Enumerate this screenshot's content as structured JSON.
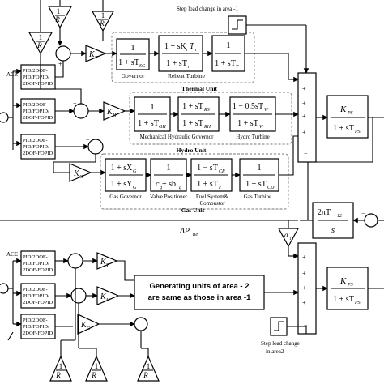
{
  "gains": {
    "R_inv": "1",
    "R_den": "R",
    "R1_den": "R",
    "Rth_den": "R",
    "Rh_den": "R",
    "Rg_den": "R",
    "KT": "K",
    "KT_sub": "T",
    "KH": "K",
    "KH_sub": "H",
    "KG": "K",
    "KG_sub": "G",
    "a12": "a",
    "a12_sub": "12"
  },
  "ace": {
    "ace1_label": "ACE",
    "ace1_sub": "1",
    "ace2_label": "ACE",
    "ace2_sub": "2",
    "controller_line1": "PID/2DOF-",
    "controller_line2": "PID/FOPID/",
    "controller_line3": "2DOF-FOPID"
  },
  "thermal": {
    "governor_num": "1",
    "governor_den": "1 + sT",
    "governor_den_sub": "SG",
    "governor_label": "Governor",
    "reheat_num": "1 + sK",
    "reheat_num_sub1": "r",
    "reheat_num_T": "T",
    "reheat_num_sub2": "r",
    "reheat_den": "1 + sT",
    "reheat_den_sub": "r",
    "reheat_label": "Reheat Turbine",
    "turbine_num": "1",
    "turbine_den": "1 + sT",
    "turbine_den_sub": "T",
    "unit_label": "Thermal Unit"
  },
  "hydro": {
    "gov1_num": "1",
    "gov1_den": "1 + sT",
    "gov1_den_sub": "GH",
    "gov2_num": "1 + sT",
    "gov2_num_sub": "RS",
    "gov2_den": "1 + sT",
    "gov2_den_sub": "RH",
    "governor_label": "Mechanical Hydraulic Governor",
    "turbine_num": "1 − 0.5sT",
    "turbine_num_sub": "W",
    "turbine_den": "1 + sT",
    "turbine_den_sub": "W",
    "turbine_label": "Hydro Turbine",
    "unit_label": "Hydro Unit"
  },
  "gas": {
    "gov_num": "1 + sX",
    "gov_num_sub": "G",
    "gov_den": "1 + sY",
    "gov_den_sub": "G",
    "gov_label": "Gas Governor",
    "valve_num": "1",
    "valve_den": "c",
    "valve_den_sub": "g",
    "valve_den_b": " + sb",
    "valve_den_b_sub": "g",
    "valve_label": "Valve Positioner",
    "fuel_num": "1 − sT",
    "fuel_num_sub": "CR",
    "fuel_den": "1 + sT",
    "fuel_den_sub": "F",
    "fuel_label1": "Fuel System&",
    "fuel_label2": "Combustor",
    "turbine_num": "1",
    "turbine_den": "1 + sT",
    "turbine_den_sub": "CD",
    "turbine_label": "Gas Turbine",
    "unit_label": "Gas Unit"
  },
  "power_system": {
    "num": "K",
    "num_sub": "PS",
    "den": "1 + sT",
    "den_sub": "PS"
  },
  "tie_line": {
    "num": "2πT",
    "num_sub": "12",
    "den": "s",
    "label": "ΔP",
    "label_sub": "tie"
  },
  "load_change": {
    "area1": "Step load change in area -1",
    "area2_line1": "Step load change",
    "area2_line2": "in area2"
  },
  "area2_box": {
    "line1": "Generating units of area - 2",
    "line2": "are same as those in area -1"
  },
  "signs": {
    "plus": "+",
    "minus": "−"
  }
}
